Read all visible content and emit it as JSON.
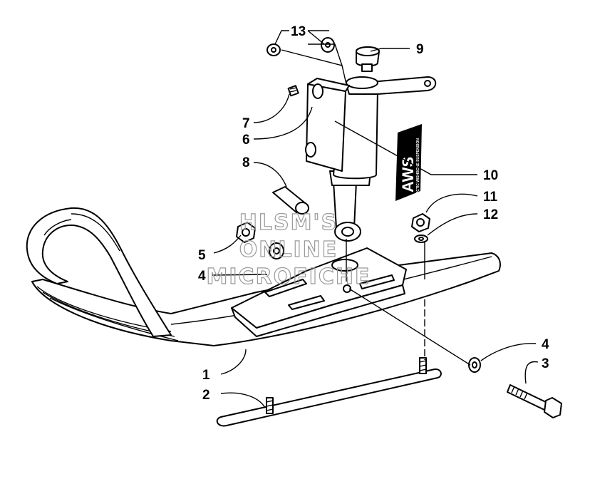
{
  "callouts": {
    "c1": "1",
    "c2": "2",
    "c3": "3",
    "c4a": "4",
    "c4b": "4",
    "c5": "5",
    "c6": "6",
    "c7": "7",
    "c8": "8",
    "c9": "9",
    "c10": "10",
    "c11": "11",
    "c12": "12",
    "c13": "13"
  },
  "decal": {
    "main": "AWS",
    "sub": "ARCTIC WISHBONE SUSPENSION"
  },
  "watermark": {
    "line1": "HLSM'S",
    "line2": "ONLINE",
    "line3": "MICROFICHE"
  }
}
